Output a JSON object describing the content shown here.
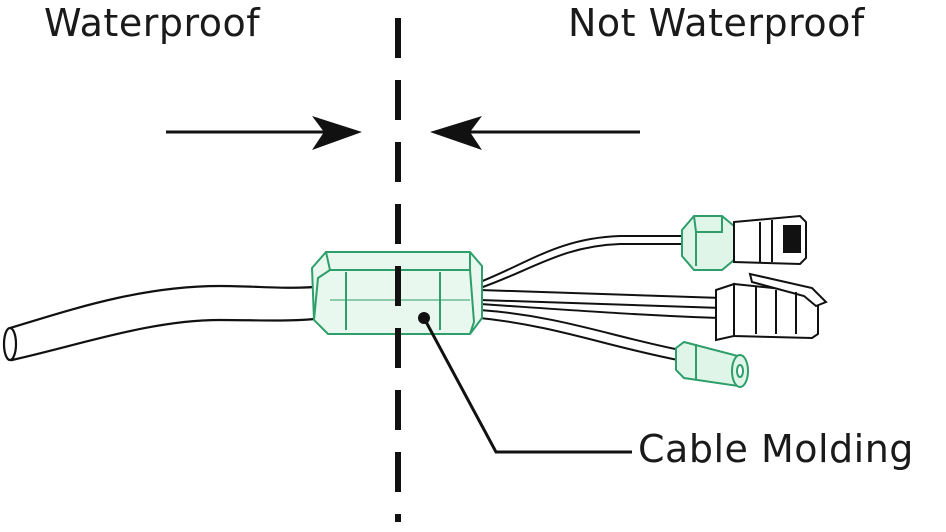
{
  "labels": {
    "left_region": "Waterproof",
    "right_region": "Not Waterproof",
    "callout": "Cable Molding"
  },
  "colors": {
    "line": "#111111",
    "molding_outline": "#2e9e6a",
    "molding_fill": "#e9f8ef",
    "connector_fill": "#dff5e8"
  },
  "icons": {
    "left_arrow": "arrow-right",
    "right_arrow": "arrow-left"
  }
}
